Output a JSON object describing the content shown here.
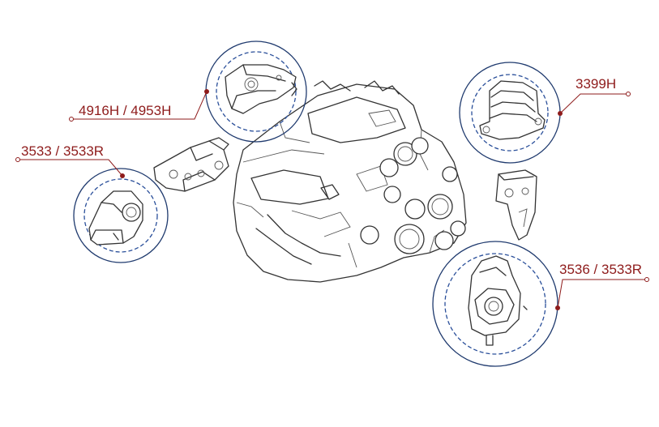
{
  "callouts": [
    {
      "id": "top-left-mount",
      "label": "4916H / 4953H"
    },
    {
      "id": "left-mount",
      "label": "3533 / 3533R"
    },
    {
      "id": "top-right-mount",
      "label": "3399H"
    },
    {
      "id": "bottom-right-mount",
      "label": "3536 / 3533R"
    }
  ],
  "colors": {
    "label_text": "#8e1b1b",
    "ring": "#1f3a6e",
    "ring_dashed": "#2a4f9a",
    "line_art": "#333333"
  }
}
